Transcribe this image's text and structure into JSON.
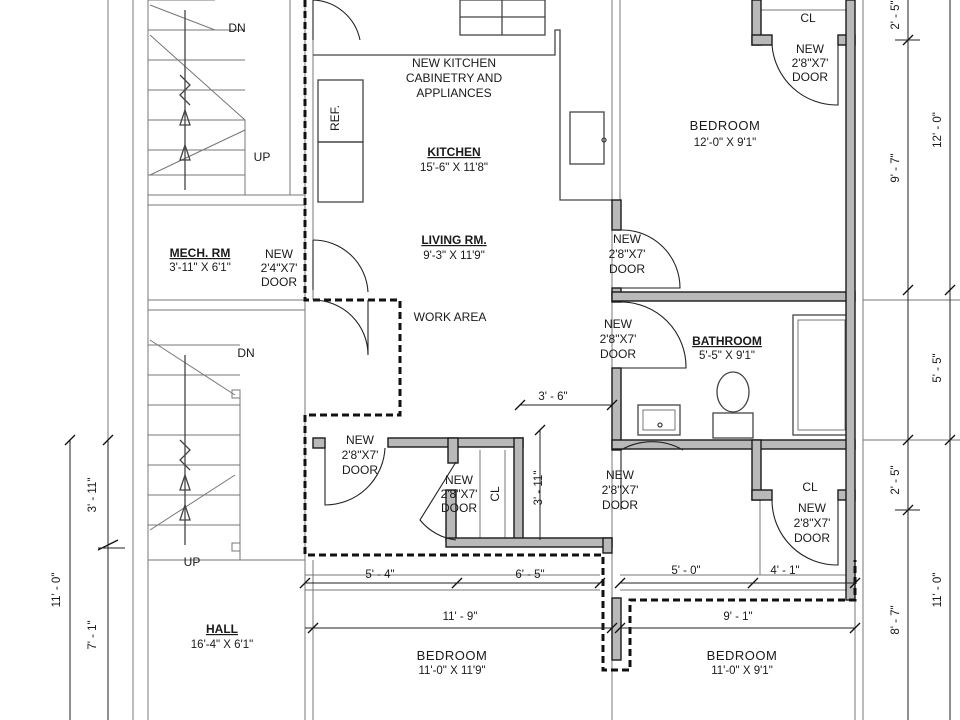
{
  "rooms": {
    "kitchen": {
      "name": "KITCHEN",
      "size": "15'-6\" X 11'8\""
    },
    "living": {
      "name": "LIVING RM.",
      "size": "9'-3\" X 11'9\""
    },
    "mech": {
      "name": "MECH. RM",
      "size": "3'-11\" X 6'1\""
    },
    "bathroom": {
      "name": "BATHROOM",
      "size": "5'-5\" X 9'1\""
    },
    "hall": {
      "name": "HALL",
      "size": "16'-4\" X 6'1\""
    },
    "bedroom_ne": {
      "name": "BEDROOM",
      "size": "12'-0\" X 9'1\""
    },
    "bedroom_sw": {
      "name": "BEDROOM",
      "size": "11'-0\" X 11'9\""
    },
    "bedroom_se": {
      "name": "BEDROOM",
      "size": "11'-0\" X 9'1\""
    }
  },
  "notes": {
    "kitchen_line1": "NEW KITCHEN",
    "kitchen_line2": "CABINETRY AND",
    "kitchen_line3": "APPLIANCES",
    "work_area": "WORK AREA",
    "ref": "REF.",
    "dn_top": "DN",
    "up_top": "UP",
    "dn_bottom": "DN",
    "up_bottom": "UP",
    "cl": "CL",
    "new": "NEW",
    "door": "DOOR"
  },
  "doors": {
    "mech": "2'4\"X7'",
    "standard": "2'8\"X7'"
  },
  "dimensions": {
    "horizontal": {
      "d_3_6": "3' - 6\"",
      "d_5_4": "5' - 4\"",
      "d_6_5": "6' - 5\"",
      "d_11_9": "11' - 9\"",
      "d_5_0": "5' - 0\"",
      "d_4_1": "4' - 1\"",
      "d_9_1": "9' - 1\""
    },
    "vertical": {
      "d_3_11_closet": "3' - 11\"",
      "d_3_11_left": "3' - 11\"",
      "d_11_0_left": "11' - 0\"",
      "d_7_1": "7' - 1\"",
      "d_2_5_top": "2' - 5\"",
      "d_12_0": "12' - 0\"",
      "d_9_7": "9' - 7\"",
      "d_5_5": "5' - 5\"",
      "d_2_5_mid": "2' - 5\"",
      "d_11_0_right": "11' - 0\"",
      "d_8_7": "8' - 7\""
    }
  }
}
